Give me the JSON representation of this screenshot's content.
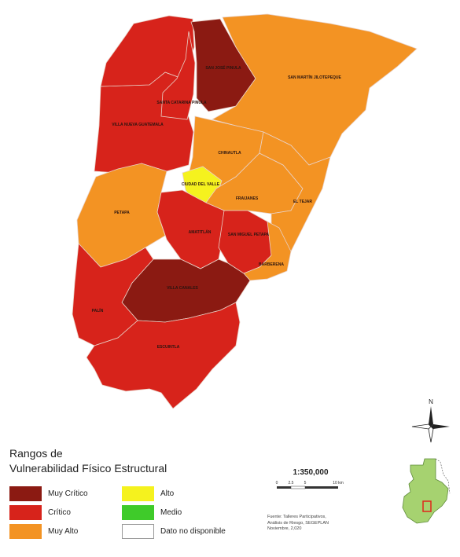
{
  "map": {
    "municipalities": [
      {
        "id": "san-jose-pinula",
        "label": "SAN JOSÉ PINULA",
        "range": "muy_critico"
      },
      {
        "id": "santa-catarina-pinula",
        "label": "SANTA CATARINA PINULA",
        "range": "critico"
      },
      {
        "id": "palencia",
        "label": "SAN MARTÍN JILOTEPEQUE",
        "range": "muy_alto"
      },
      {
        "id": "mixco",
        "label": "VILLA NUEVA GUATEMALA",
        "range": "critico"
      },
      {
        "id": "chinautla",
        "label": "CHINAUTLA",
        "range": "muy_alto"
      },
      {
        "id": "guatemala",
        "label": "CIUDAD DEL VALLE",
        "range": "alto"
      },
      {
        "id": "fraijanes",
        "label": "FRAIJANES",
        "range": "muy_alto"
      },
      {
        "id": "el-tejar",
        "label": "EL TEJAR",
        "range": "muy_alto"
      },
      {
        "id": "petapa",
        "label": "PETAPA",
        "range": "muy_alto"
      },
      {
        "id": "amatitlan",
        "label": "AMATITLÁN",
        "range": "critico"
      },
      {
        "id": "san-miguel-petapa",
        "label": "SAN MIGUEL PETAPA",
        "range": "critico"
      },
      {
        "id": "barberena",
        "label": "BARBERENA",
        "range": "muy_alto"
      },
      {
        "id": "villa-canales",
        "label": "VILLA CANALES",
        "range": "muy_critico"
      },
      {
        "id": "palin",
        "label": "PALÍN",
        "range": "critico"
      },
      {
        "id": "escuintla",
        "label": "ESCUINTLA",
        "range": "critico"
      }
    ]
  },
  "legend": {
    "title_line1": "Rangos de",
    "title_line2": "Vulnerabilidad Físico Estructural",
    "items": [
      {
        "key": "muy_critico",
        "label": "Muy Crítico",
        "color": "#8b1a12"
      },
      {
        "key": "critico",
        "label": "Crítico",
        "color": "#d7231b"
      },
      {
        "key": "muy_alto",
        "label": "Muy Alto",
        "color": "#f39323"
      },
      {
        "key": "alto",
        "label": "Alto",
        "color": "#f5f21e"
      },
      {
        "key": "medio",
        "label": "Medio",
        "color": "#3fcb2a"
      },
      {
        "key": "no_data",
        "label": "Dato no disponible",
        "color": "#ffffff"
      }
    ]
  },
  "scale": {
    "ratio": "1:350,000",
    "ticks": [
      "0",
      "2.5",
      "5",
      "10 km"
    ]
  },
  "source": {
    "line1": "Fuente: Talleres Participativos,",
    "line2": "Análisis de Riesgo, SEGEPLAN",
    "line3": "Noviembre, 2,020"
  },
  "compass": {
    "north_label": "N"
  },
  "colors": {
    "muy_critico": "#8b1a12",
    "critico": "#d7231b",
    "muy_alto": "#f39323",
    "alto": "#f5f21e",
    "medio": "#3fcb2a",
    "locator_country": "#a6d270",
    "locator_highlight": "#e0251b"
  }
}
